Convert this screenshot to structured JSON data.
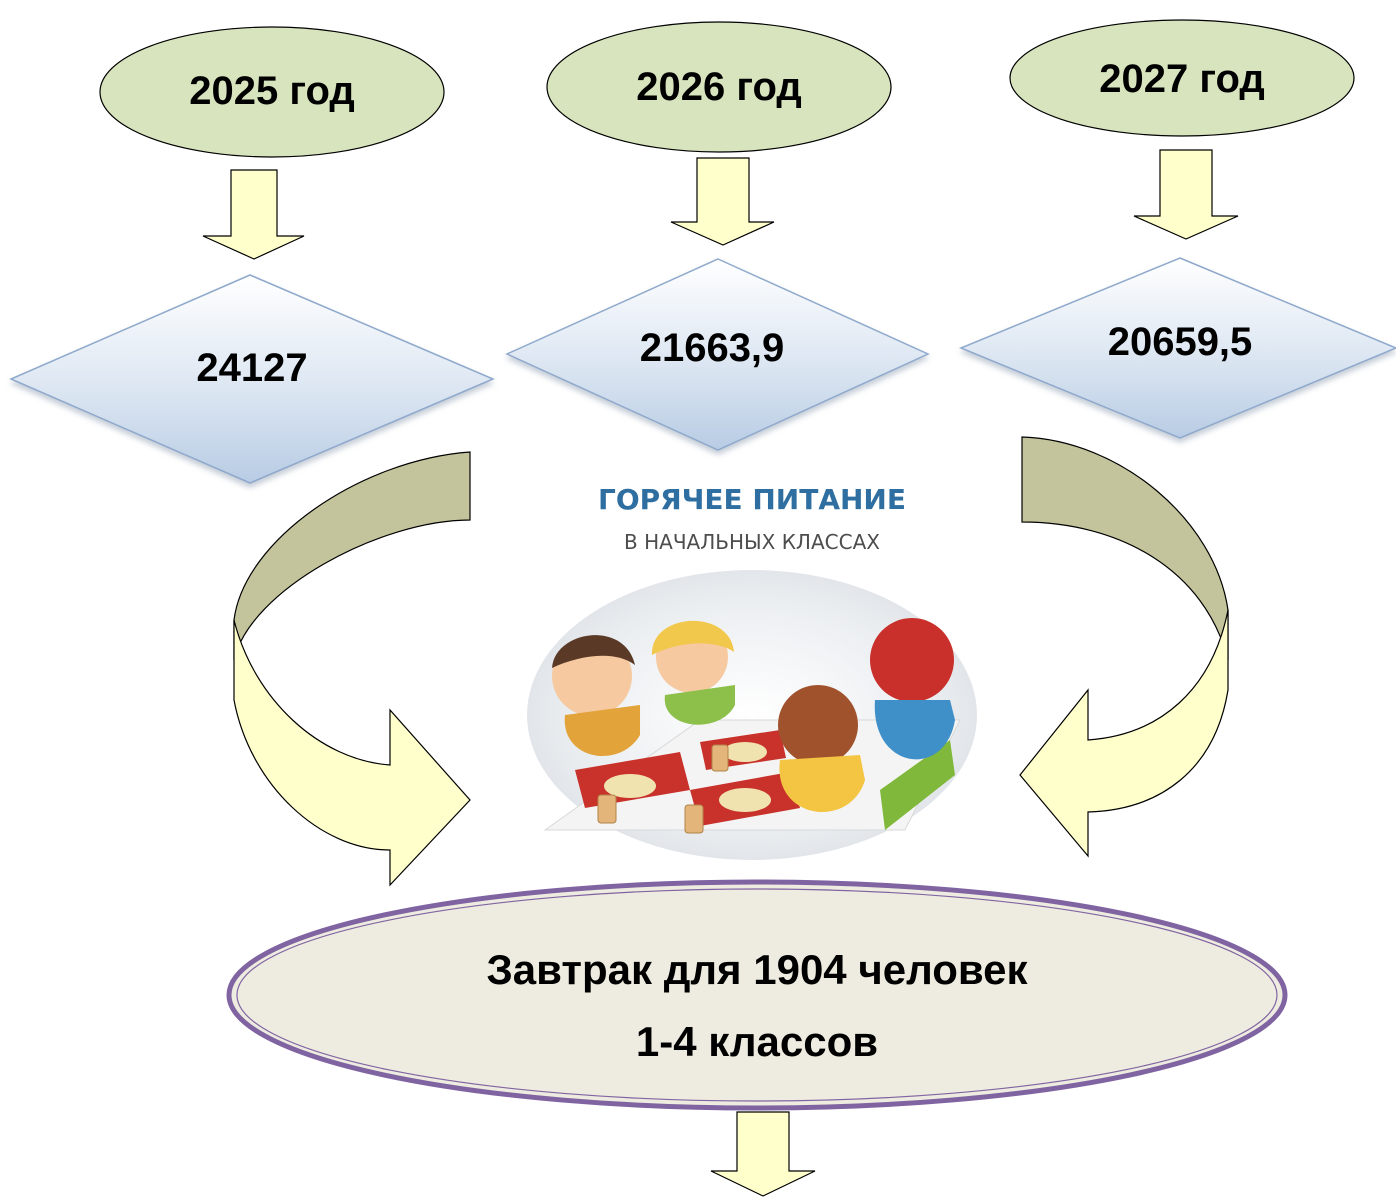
{
  "years": [
    {
      "label": "2025 год",
      "amount": "24127"
    },
    {
      "label": "2026 год",
      "amount": "21663,9"
    },
    {
      "label": "2027 год",
      "amount": "20659,5"
    }
  ],
  "program": {
    "title": "ГОРЯЧЕЕ ПИТАНИЕ",
    "subtitle": "В НАЧАЛЬНЫХ КЛАССАХ"
  },
  "result": {
    "line1": "Завтрак для 1904 человек",
    "line2": "1-4 классов"
  },
  "colors": {
    "year_fill": "#d7e4bd",
    "diamond_top": "#ffffff",
    "diamond_bottom": "#b8cce4",
    "diamond_stroke": "#8fa9cc",
    "arrow_fill": "#ffffcc",
    "curve_dark": "#c4c49c",
    "result_fill": "#eeece1",
    "result_stroke": "#8064a2"
  }
}
